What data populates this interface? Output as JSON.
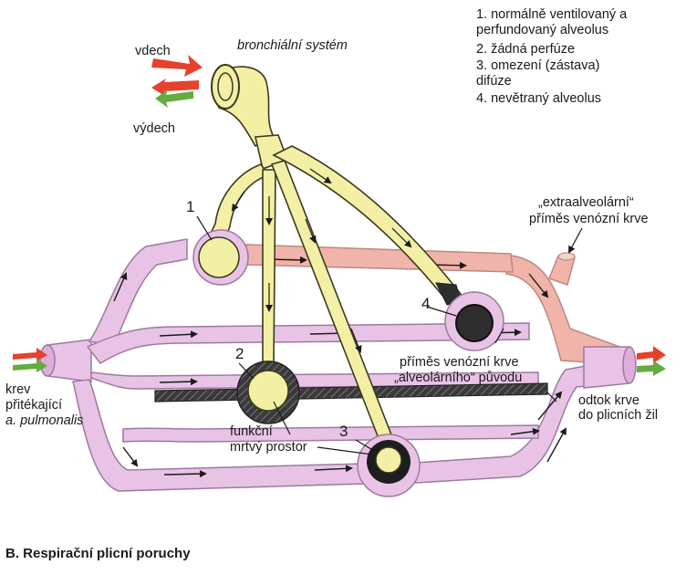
{
  "labels": {
    "inhale": "vdech",
    "exhale": "výdech",
    "bronchial_system": "bronchiální systém",
    "extra_line1": "„extraalveolární“",
    "extra_line2": "příměs venózní krve",
    "alv_line1": "příměs venózní krve",
    "alv_line2": "„alveolárního“ původu",
    "inflow_line1": "krev",
    "inflow_line2": "přitékající",
    "inflow_line3": "a. pulmonalis",
    "outflow_line1": "odtok krve",
    "outflow_line2": "do plicních žil",
    "deadspace_line1": "funkční",
    "deadspace_line2": "mrtvý prostor"
  },
  "legend": [
    "1. normálně ventilovaný a perfundovaný alveolus",
    "2. žádná perfúze",
    "3. omezení (zástava) difúze",
    "4. nevětraný alveolus"
  ],
  "alveolus_numbers": [
    "1",
    "2",
    "3",
    "4"
  ],
  "caption": "B. Respirační plicní poruchy",
  "colors": {
    "vessel": "#e9c3e6",
    "vessel_stroke": "#9c7a9e",
    "shunt_vessel": "#f1b4aa",
    "airway": "#f3f0a6",
    "airway_stroke": "#3a3a1e",
    "arrow_red": "#e4422c",
    "arrow_green": "#63ad3e",
    "dark": "#2e2e2e"
  }
}
